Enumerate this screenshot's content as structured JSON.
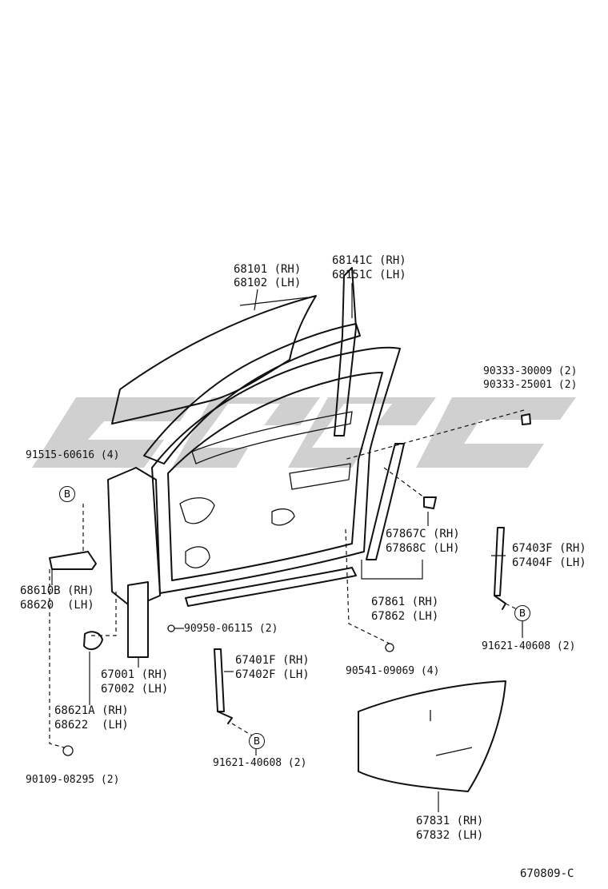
{
  "diagram_id": "670809-C",
  "watermark_color": "#c8c8c8",
  "parts": {
    "glass": [
      "68101 (RH)",
      "68102 (LH)"
    ],
    "run_channel": [
      "68141C (RH)",
      "68151C (LH)"
    ],
    "clip_a": [
      "90333-30009 (2)",
      "90333-25001 (2)"
    ],
    "screw_b_top": "91515-60616 (4)",
    "hinge_upper": [
      "68610B (RH)",
      "68620  (LH)"
    ],
    "plug": "90950-06115 (2)",
    "door_panel": [
      "67001 (RH)",
      "67002 (LH)"
    ],
    "hinge_lower": [
      "68621A (RH)",
      "68622  (LH)"
    ],
    "bolt": "90109-08295 (2)",
    "weatherstrip_clip": [
      "67867C (RH)",
      "67868C (LH)"
    ],
    "weatherstrip": [
      "67861 (RH)",
      "67862 (LH)"
    ],
    "frame_cover_rear": [
      "67403F (RH)",
      "67404F (LH)"
    ],
    "screw_b_right": "91621-40608 (2)",
    "frame_cover_front": [
      "67401F (RH)",
      "67402F (LH)"
    ],
    "screw_b_bottom": "91621-40608 (2)",
    "clip_c": "90541-09069 (4)",
    "service_hole_cover": [
      "67831 (RH)",
      "67832 (LH)"
    ]
  },
  "callouts": {
    "b1": "B",
    "b2": "B",
    "b3": "B"
  }
}
